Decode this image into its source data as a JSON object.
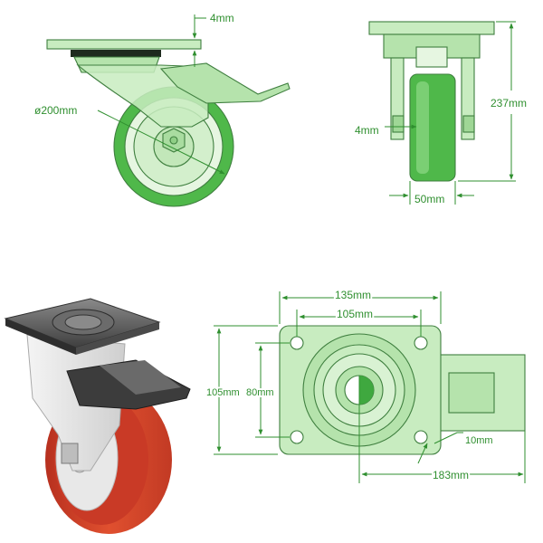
{
  "colors": {
    "dimension": "#2f8f2f",
    "light_green": "#c8ecc0",
    "mid_green": "#7bcf74",
    "dark_green": "#3fa83f",
    "tread_red": "#d8402a",
    "steel": "#5a5a5a"
  },
  "side_view": {
    "plate_thickness_label": "4mm",
    "wheel_diameter_label": "ø200mm"
  },
  "front_view": {
    "height_label": "237mm",
    "axle_label": "4mm",
    "width_label": "50mm"
  },
  "top_view": {
    "plate_outer_label": "135mm",
    "hole_spacing_x_label": "105mm",
    "plate_height_label": "105mm",
    "hole_spacing_y_label": "80mm",
    "bolt_hole_label": "10mm",
    "overall_length_label": "183mm"
  },
  "photo": {
    "icon": "castor-wheel-photo"
  }
}
